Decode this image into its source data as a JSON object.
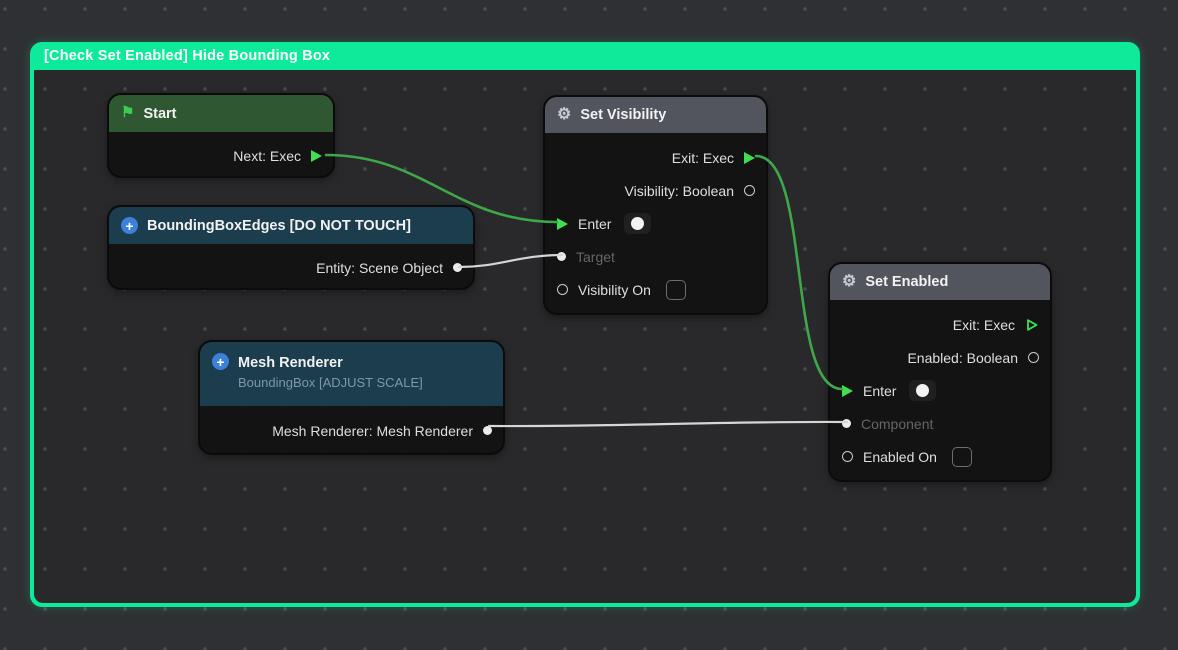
{
  "group": {
    "title": "[Check Set Enabled] Hide Bounding Box"
  },
  "icons": {
    "flag": "⚑",
    "gear": "⚙",
    "plus": "+"
  },
  "nodes": {
    "start": {
      "title": "Start",
      "rows": {
        "next": "Next: Exec"
      }
    },
    "bounding_box_edges": {
      "title": "BoundingBoxEdges [DO NOT TOUCH]",
      "rows": {
        "entity": "Entity: Scene Object"
      }
    },
    "set_visibility": {
      "title": "Set Visibility",
      "rows": {
        "exit": "Exit: Exec",
        "visibility": "Visibility: Boolean",
        "enter": "Enter",
        "target": "Target",
        "visibility_on": "Visibility On"
      },
      "visibility_on_checked": false
    },
    "mesh_renderer": {
      "title": "Mesh Renderer",
      "subtitle": "BoundingBox [ADJUST SCALE]",
      "rows": {
        "output": "Mesh Renderer: Mesh Renderer"
      }
    },
    "set_enabled": {
      "title": "Set Enabled",
      "rows": {
        "exit": "Exit: Exec",
        "enabled": "Enabled: Boolean",
        "enter": "Enter",
        "component": "Component",
        "enabled_on": "Enabled On"
      },
      "enabled_on_checked": false
    }
  },
  "connections": [
    {
      "from": "Start.Next",
      "to": "Set Visibility.Enter",
      "type": "exec"
    },
    {
      "from": "BoundingBoxEdges [DO NOT TOUCH].Entity",
      "to": "Set Visibility.Target",
      "type": "object"
    },
    {
      "from": "Set Visibility.Exit",
      "to": "Set Enabled.Enter",
      "type": "exec"
    },
    {
      "from": "Mesh Renderer.Mesh Renderer",
      "to": "Set Enabled.Component",
      "type": "object"
    }
  ],
  "colors": {
    "group_accent": "#0DEB9A",
    "exec_wire": "#3EA74A",
    "object_wire": "#D6D6D6",
    "exec_port": "#3EE04F",
    "header_start_green": "#305C34",
    "header_action_gray": "#555962",
    "header_component_blue": "#1C3F51",
    "plus_icon_blue": "#3C80D8"
  }
}
